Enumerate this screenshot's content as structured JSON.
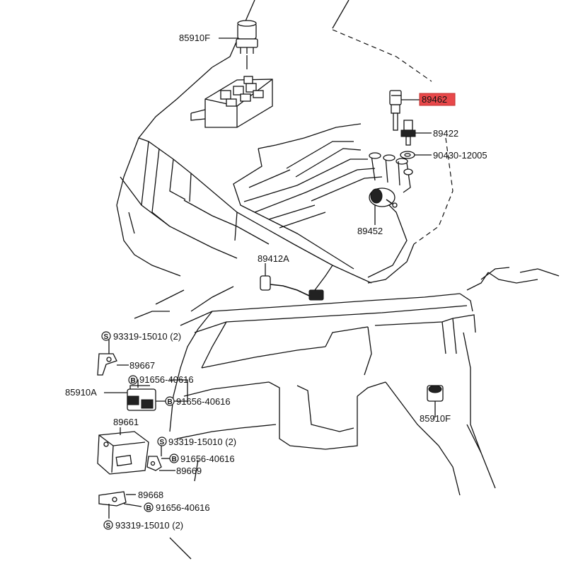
{
  "diagram": {
    "highlight_color": "#e8484a",
    "callouts": [
      {
        "id": "relay-top",
        "label": "85910F"
      },
      {
        "id": "sensor-highlighted",
        "label": "89462",
        "highlighted": true
      },
      {
        "id": "sensor-89422",
        "label": "89422"
      },
      {
        "id": "gasket",
        "label": "90430-12005"
      },
      {
        "id": "throttle-sensor",
        "label": "89452"
      },
      {
        "id": "oxygen-sensor",
        "label": "89412A"
      },
      {
        "id": "screw-1",
        "label": "93319-15010 (2)",
        "badge": "S"
      },
      {
        "id": "bracket-89667",
        "label": "89667"
      },
      {
        "id": "bolt-1",
        "label": "91656-40616",
        "badge": "B"
      },
      {
        "id": "relay-85910A",
        "label": "85910A"
      },
      {
        "id": "bolt-2",
        "label": "91656-40616",
        "badge": "B"
      },
      {
        "id": "ecu",
        "label": "89661"
      },
      {
        "id": "screw-2",
        "label": "93319-15010 (2)",
        "badge": "S"
      },
      {
        "id": "bolt-3",
        "label": "91656-40616",
        "badge": "B"
      },
      {
        "id": "bracket-89669",
        "label": "89669"
      },
      {
        "id": "relay-dash",
        "label": "85910F"
      },
      {
        "id": "bracket-89668",
        "label": "89668"
      },
      {
        "id": "bolt-4",
        "label": "91656-40616",
        "badge": "B"
      },
      {
        "id": "screw-3",
        "label": "93319-15010 (2)",
        "badge": "S"
      }
    ]
  }
}
